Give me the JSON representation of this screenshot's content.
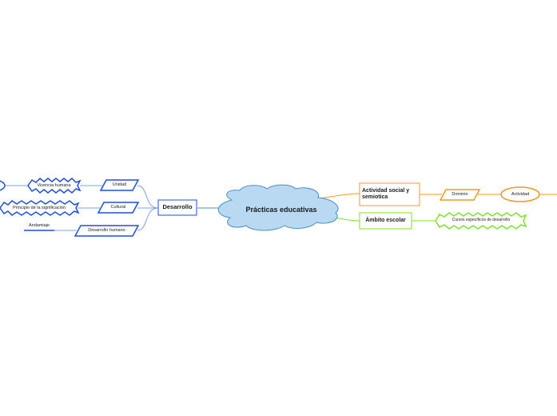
{
  "central": "Prácticas educativas",
  "nodes": {
    "desarrollo": "Desarrollo",
    "unidad": "Unidad",
    "cultural": "Cultural",
    "desarrollo_humano": "Desarrollo humano",
    "vivencia_humana": "Vivencia humana",
    "principio": "Principio de la significación",
    "andamiaje": "Andamiaje",
    "actividad_social": "Actividad social y semiotica",
    "dominio": "Dominio",
    "actividad": "Actividad",
    "ambito_escolar": "Ámbito escolar",
    "cursos": "Cursos específicos de desarrollo"
  },
  "colors": {
    "blue": "#1f4fd8",
    "orange": "#f29a1f",
    "green": "#7fe02a",
    "cloud_fill": "#b9d8f2",
    "cloud_stroke": "#4a8fc9",
    "text": "#1a1a1a"
  },
  "icons": {
    "central": "cloud-shape"
  }
}
